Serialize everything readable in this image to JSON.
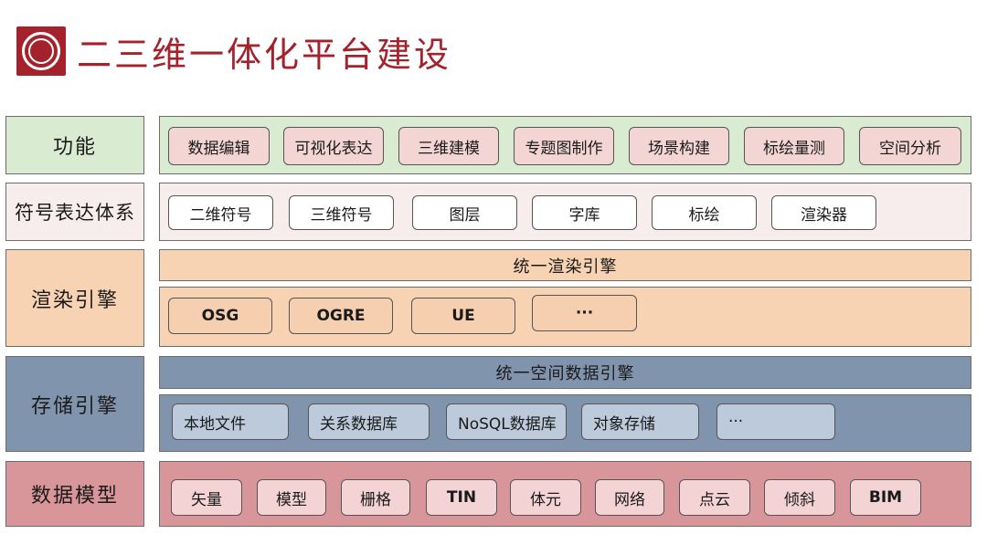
{
  "title": "二三维一体化平台建设",
  "rows": {
    "function": {
      "label": "功能",
      "items": [
        "数据编辑",
        "可视化表达",
        "三维建模",
        "专题图制作",
        "场景构建",
        "标绘量测",
        "空间分析"
      ]
    },
    "symbol": {
      "label": "符号表达体系",
      "items": [
        "二维符号",
        "三维符号",
        "图层",
        "字库",
        "标绘",
        "渲染器"
      ]
    },
    "render": {
      "label": "渲染引擎",
      "banner": "统一渲染引擎",
      "items": [
        "OSG",
        "OGRE",
        "UE",
        "···"
      ]
    },
    "storage": {
      "label": "存储引擎",
      "banner": "统一空间数据引擎",
      "items": [
        "本地文件",
        "关系数据库",
        "NoSQL数据库",
        "对象存储",
        "···"
      ]
    },
    "model": {
      "label": "数据模型",
      "items": [
        "矢量",
        "模型",
        "栅格",
        "TIN",
        "体元",
        "网络",
        "点云",
        "倾斜",
        "BIM"
      ]
    }
  },
  "colors": {
    "title_red": "#a3222b",
    "function_bg": "#d9ebd1",
    "symbol_bg": "#f8eded",
    "render_bg": "#f7d3b4",
    "storage_bg": "#8194ae",
    "model_bg": "#d9969a"
  }
}
